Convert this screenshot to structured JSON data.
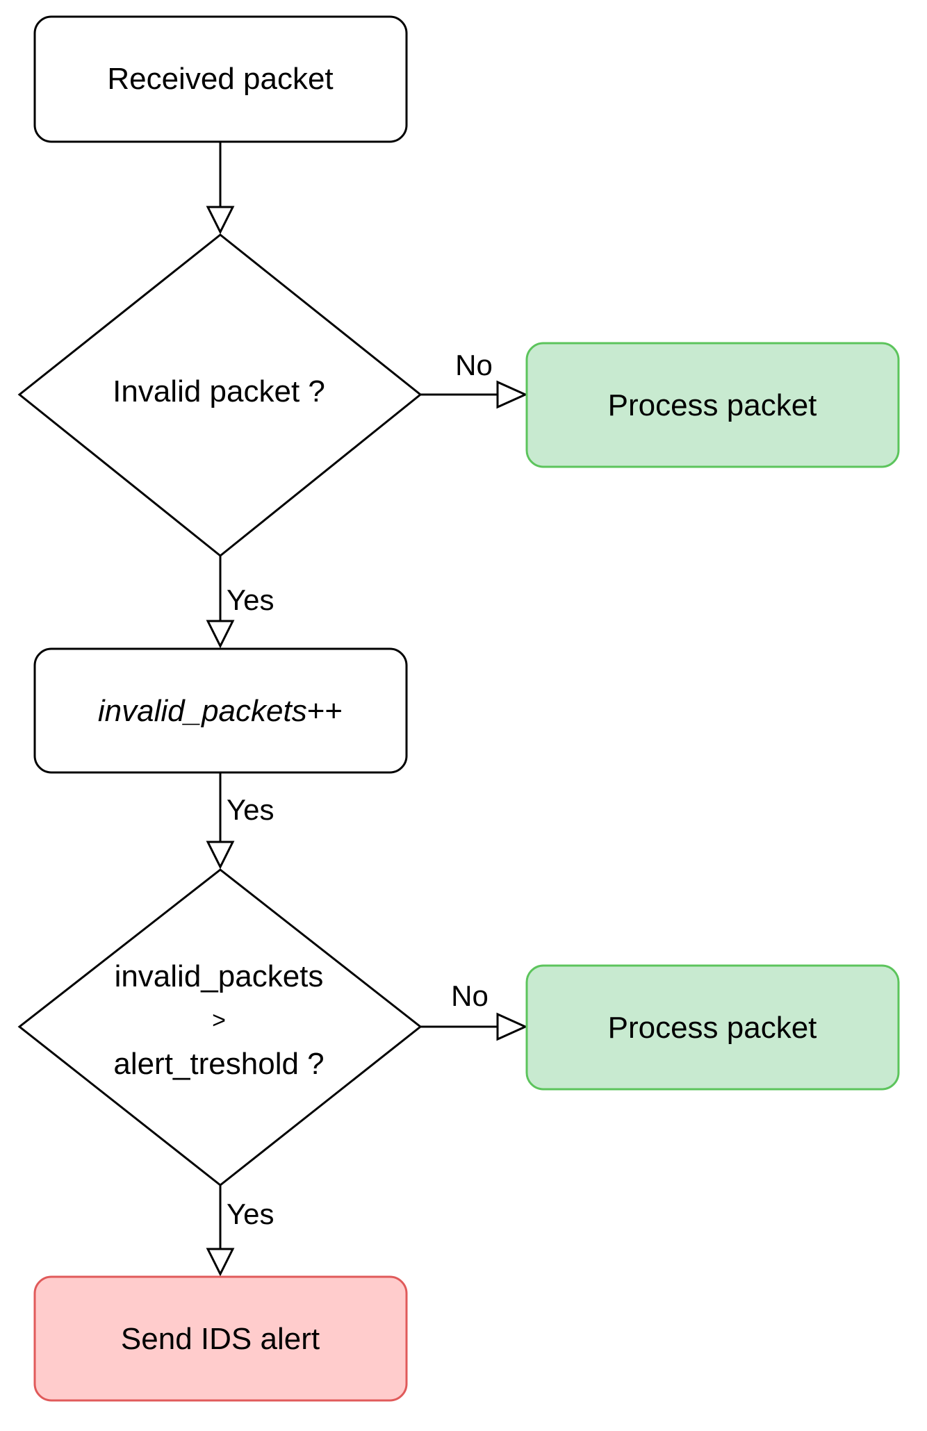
{
  "diagram": {
    "nodes": {
      "received": {
        "label": "Received packet",
        "kind": "process"
      },
      "invalid_check": {
        "label": "Invalid packet ?",
        "kind": "decision"
      },
      "process_1": {
        "label": "Process packet",
        "kind": "process",
        "color": "#c8ead0",
        "border": "#5cc45c"
      },
      "increment": {
        "label_var": "invalid_packets",
        "label_op": "++",
        "kind": "process"
      },
      "threshold_check": {
        "line1": "invalid_packets",
        "line2": ">",
        "line3": "alert_treshold ?",
        "kind": "decision"
      },
      "process_2": {
        "label": "Process packet",
        "kind": "process",
        "color": "#c8ead0",
        "border": "#5cc45c"
      },
      "alert": {
        "label": "Send IDS alert",
        "kind": "process",
        "color": "#ffcccc",
        "border": "#e05a5a"
      }
    },
    "edges": {
      "received_to_invalid": {
        "label": ""
      },
      "invalid_no": {
        "label": "No"
      },
      "invalid_yes": {
        "label": "Yes"
      },
      "increment_yes": {
        "label": "Yes"
      },
      "threshold_no": {
        "label": "No"
      },
      "threshold_yes": {
        "label": "Yes"
      }
    },
    "colors": {
      "stroke": "#000000",
      "default_fill": "#ffffff"
    }
  }
}
